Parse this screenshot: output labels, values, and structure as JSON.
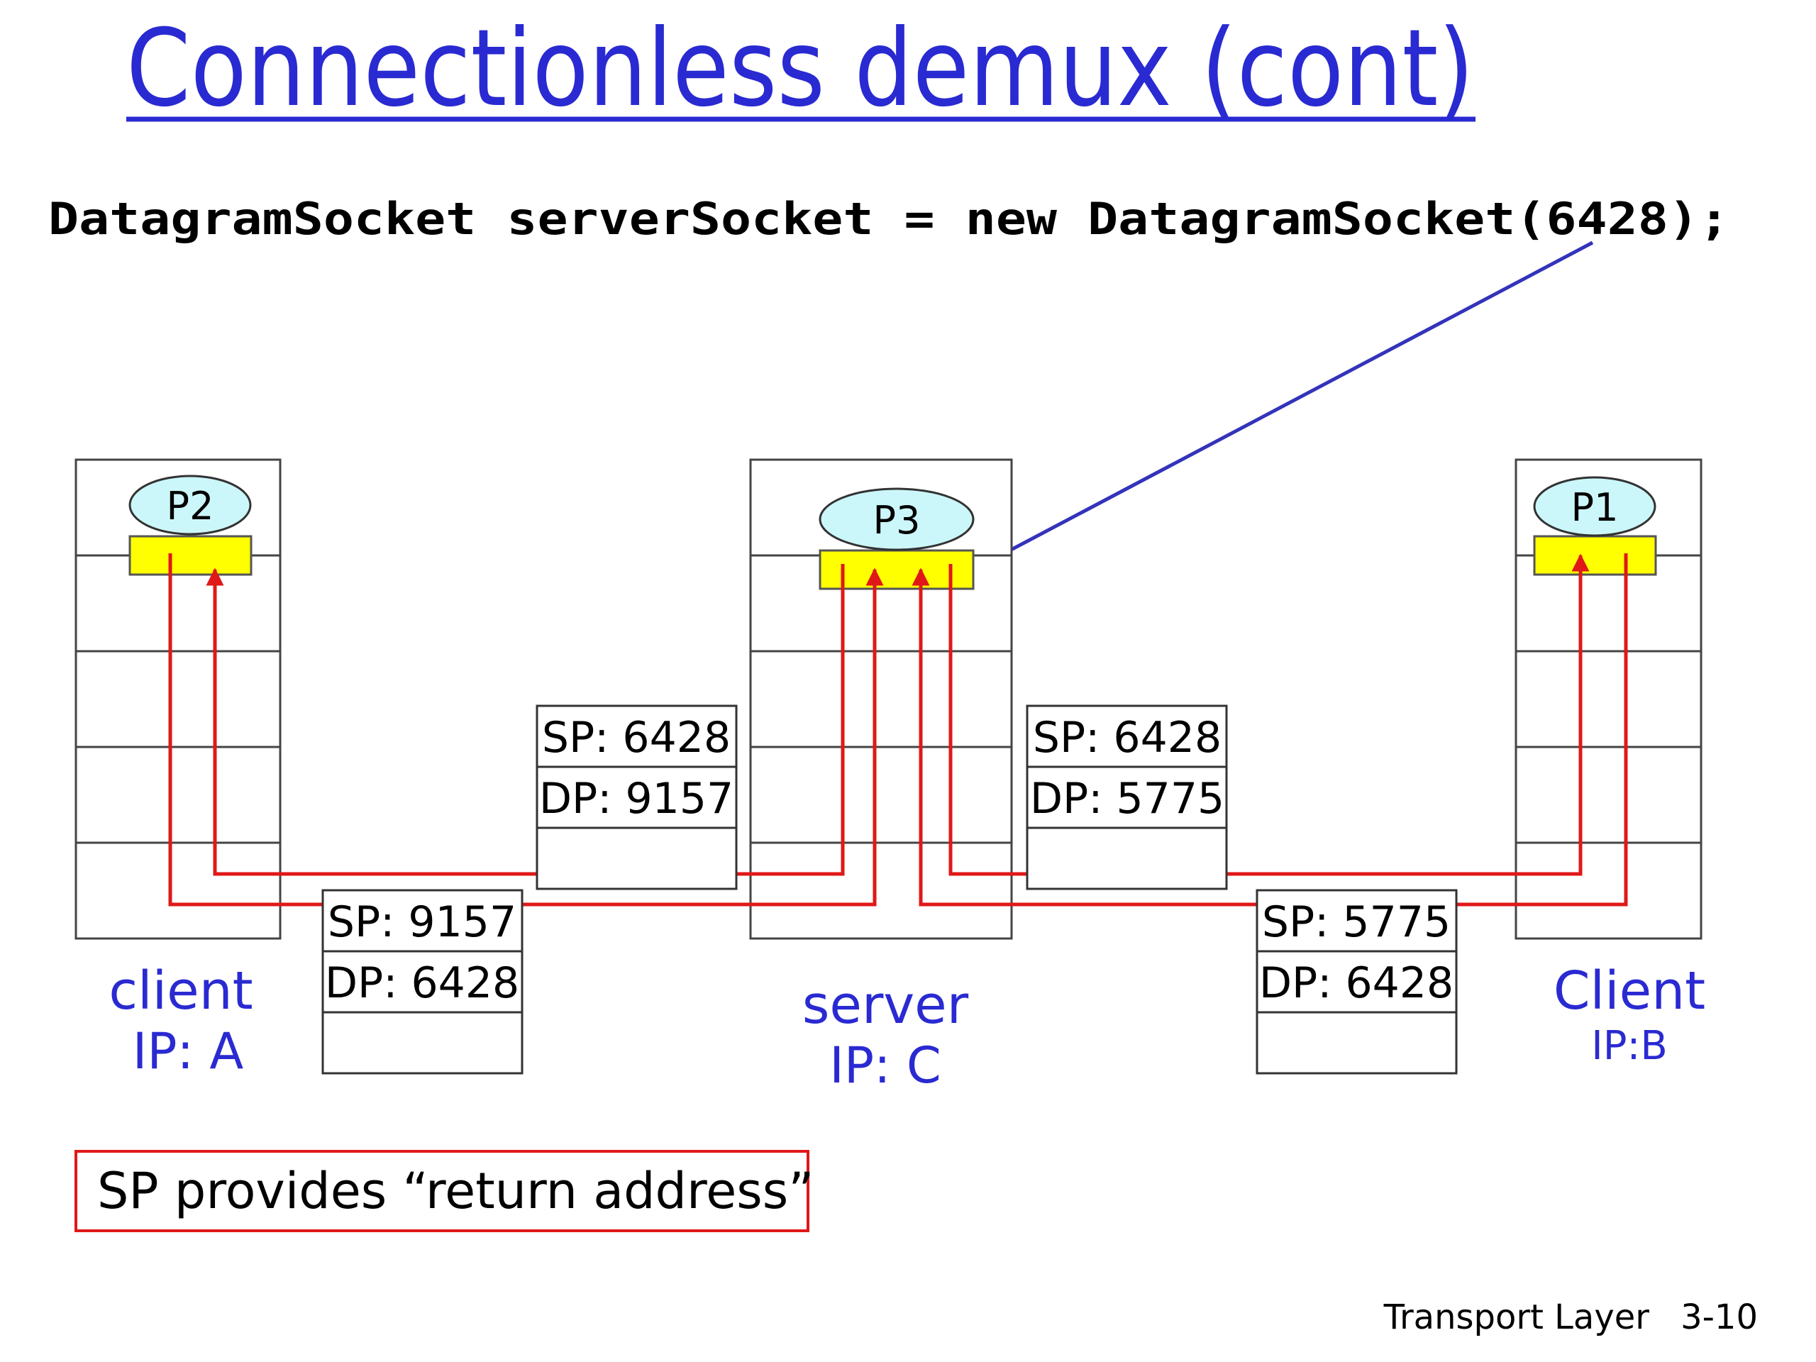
{
  "title": "Connectionless demux (cont)",
  "code_line": "DatagramSocket serverSocket = new DatagramSocket(6428);",
  "hosts": {
    "left": {
      "process": "P2",
      "label": "client",
      "ip": "IP: A"
    },
    "center": {
      "process": "P3",
      "label": "server",
      "ip": "IP: C"
    },
    "right": {
      "process": "P1",
      "label": "Client",
      "ip": "IP:B"
    }
  },
  "segments": {
    "a_to_c": {
      "sp": "SP: 9157",
      "dp": "DP: 6428"
    },
    "c_to_a": {
      "sp": "SP: 6428",
      "dp": "DP: 9157"
    },
    "c_to_b": {
      "sp": "SP: 6428",
      "dp": "DP: 5775"
    },
    "b_to_c": {
      "sp": "SP: 5775",
      "dp": "DP: 6428"
    }
  },
  "note": "SP provides “return address”",
  "footer": {
    "chapter": "Transport Layer",
    "page": "3-10"
  },
  "colors": {
    "title": "#2a2ad2",
    "path": "#e01818",
    "socket": "#ffff00",
    "process": "#ccf7fa",
    "arrow": "#3333bb",
    "note_border": "#e01818"
  }
}
